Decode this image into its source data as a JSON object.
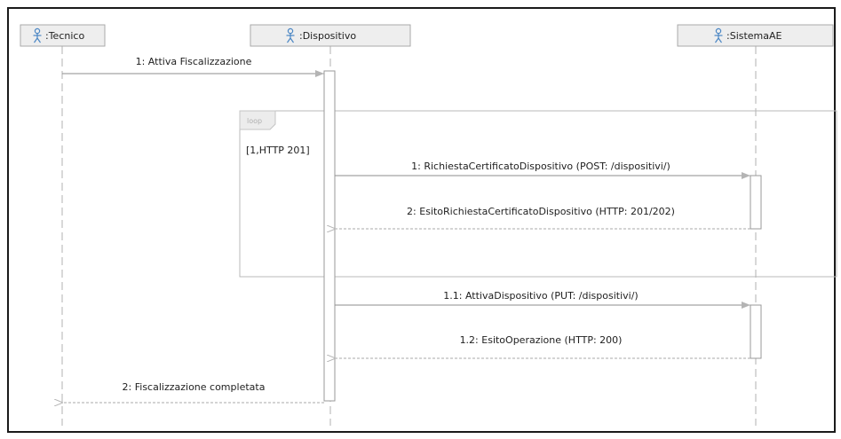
{
  "diagram": {
    "participants": [
      {
        "id": "tecnico",
        "label": ":Tecnico"
      },
      {
        "id": "dispositivo",
        "label": ":Dispositivo"
      },
      {
        "id": "sistemaae",
        "label": ":SistemaAE"
      }
    ],
    "fragment": {
      "operator": "loop",
      "guard": "[1,HTTP 201]"
    },
    "messages": [
      {
        "id": "m1",
        "text": "1: Attiva Fiscalizzazione",
        "from": "tecnico",
        "to": "dispositivo",
        "kind": "call"
      },
      {
        "id": "m2",
        "text": "1: RichiestaCertificatoDispositivo (POST: /dispositivi/)",
        "from": "dispositivo",
        "to": "sistemaae",
        "kind": "call"
      },
      {
        "id": "m3",
        "text": "2: EsitoRichiestaCertificatoDispositivo (HTTP: 201/202)",
        "from": "sistemaae",
        "to": "dispositivo",
        "kind": "return"
      },
      {
        "id": "m4",
        "text": "1.1: AttivaDispositivo (PUT: /dispositivi/)",
        "from": "dispositivo",
        "to": "sistemaae",
        "kind": "call"
      },
      {
        "id": "m5",
        "text": "1.2: EsitoOperazione (HTTP: 200)",
        "from": "sistemaae",
        "to": "dispositivo",
        "kind": "return"
      },
      {
        "id": "m6",
        "text": "2: Fiscalizzazione completata",
        "from": "dispositivo",
        "to": "tecnico",
        "kind": "return"
      }
    ],
    "colors": {
      "lifeline": "#b0b0b0",
      "actor_icon": "#4a86c4",
      "frame_border": "#1a1a1a"
    },
    "icons": [
      "actor-icon"
    ]
  }
}
